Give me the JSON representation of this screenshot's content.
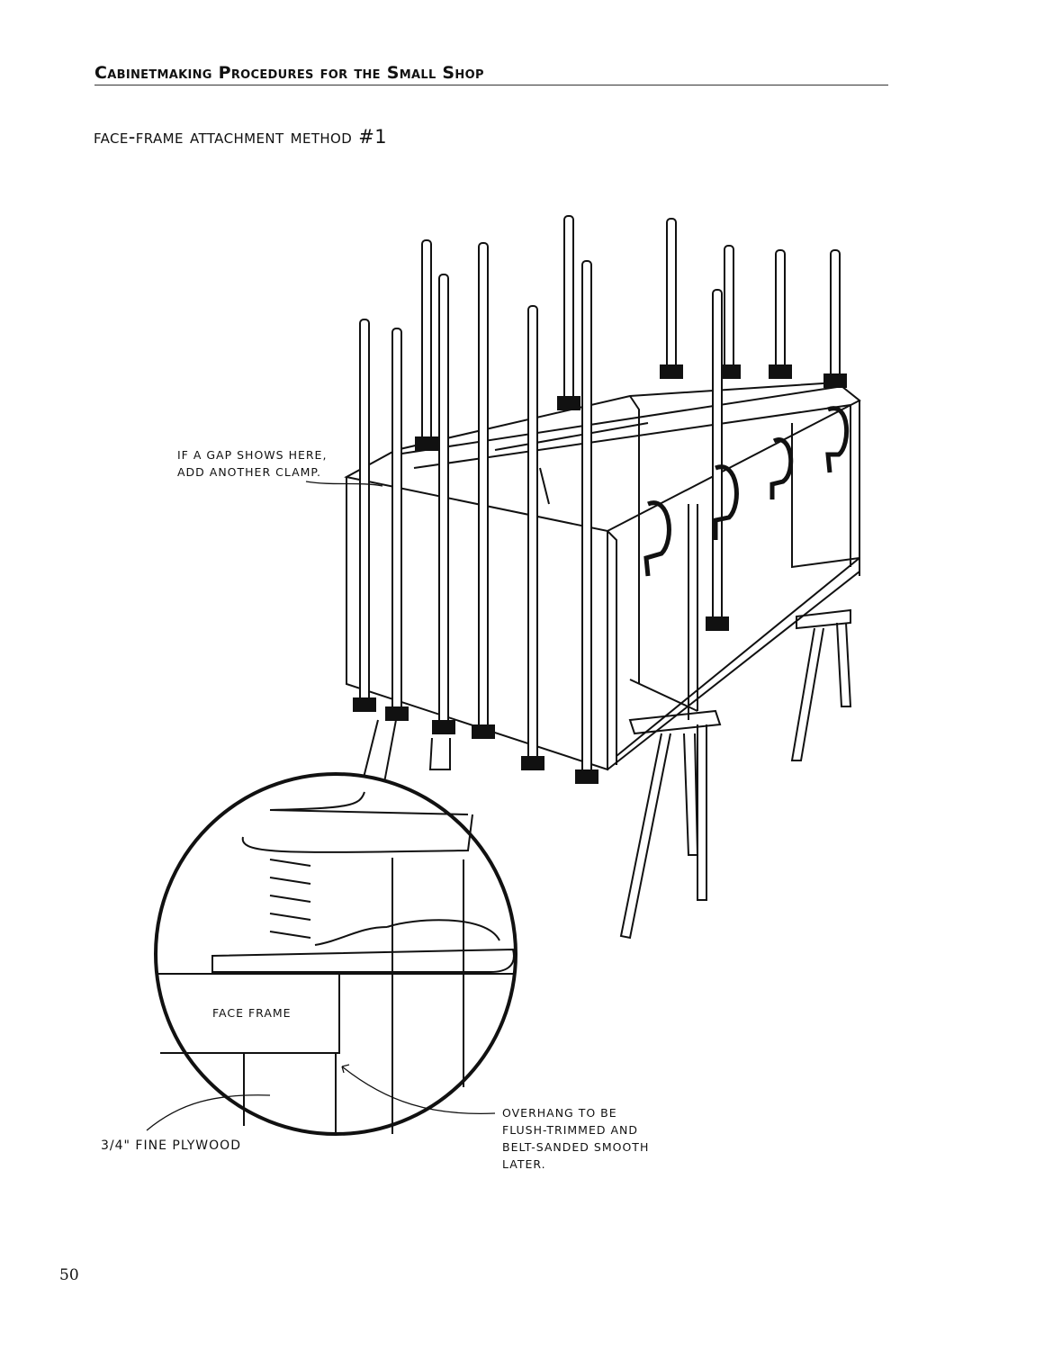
{
  "running_head": "Cabinetmaking Procedures for the Small Shop",
  "figure_title": "face-frame attachment method #1",
  "labels": {
    "gap_line1": "IF A GAP SHOWS HERE,",
    "gap_line2": "ADD ANOTHER CLAMP.",
    "face_frame": "FACE FRAME",
    "plywood": "3/4\" FINE PLYWOOD",
    "overhang_line1": "OVERHANG TO BE",
    "overhang_line2": "FLUSH-TRIMMED AND",
    "overhang_line3": "BELT-SANDED SMOOTH",
    "overhang_line4": "LATER."
  },
  "page_number": "50"
}
